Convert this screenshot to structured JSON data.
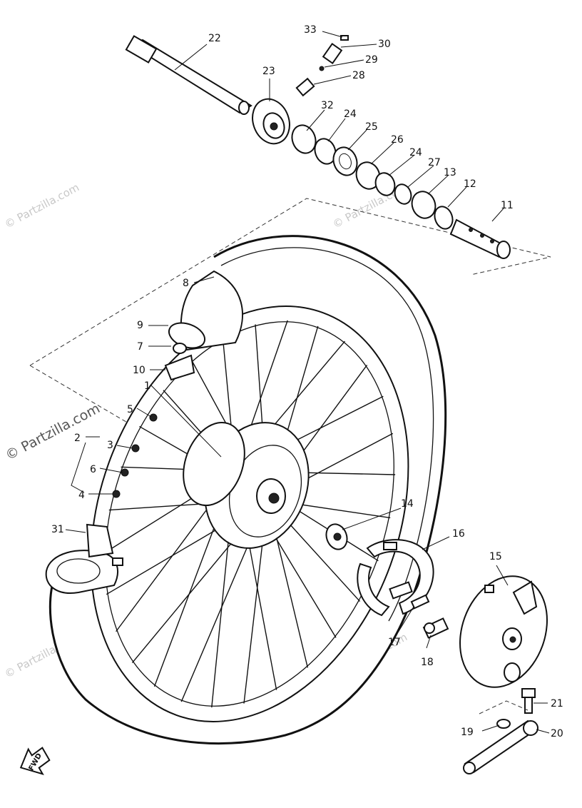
{
  "watermark": "© Partzilla.com",
  "fwd_label": "FWD",
  "callouts": {
    "p1": "1",
    "p2": "2",
    "p3": "3",
    "p4": "4",
    "p5": "5",
    "p6": "6",
    "p7": "7",
    "p8": "8",
    "p9": "9",
    "p10": "10",
    "p11": "11",
    "p12": "12",
    "p13": "13",
    "p14": "14",
    "p15": "15",
    "p16": "16",
    "p17": "17",
    "p18": "18",
    "p19": "19",
    "p20": "20",
    "p21": "21",
    "p22": "22",
    "p23": "23",
    "p24a": "24",
    "p24b": "24",
    "p25": "25",
    "p26": "26",
    "p27": "27",
    "p28": "28",
    "p29": "29",
    "p30": "30",
    "p31": "31",
    "p32": "32",
    "p33": "33"
  }
}
